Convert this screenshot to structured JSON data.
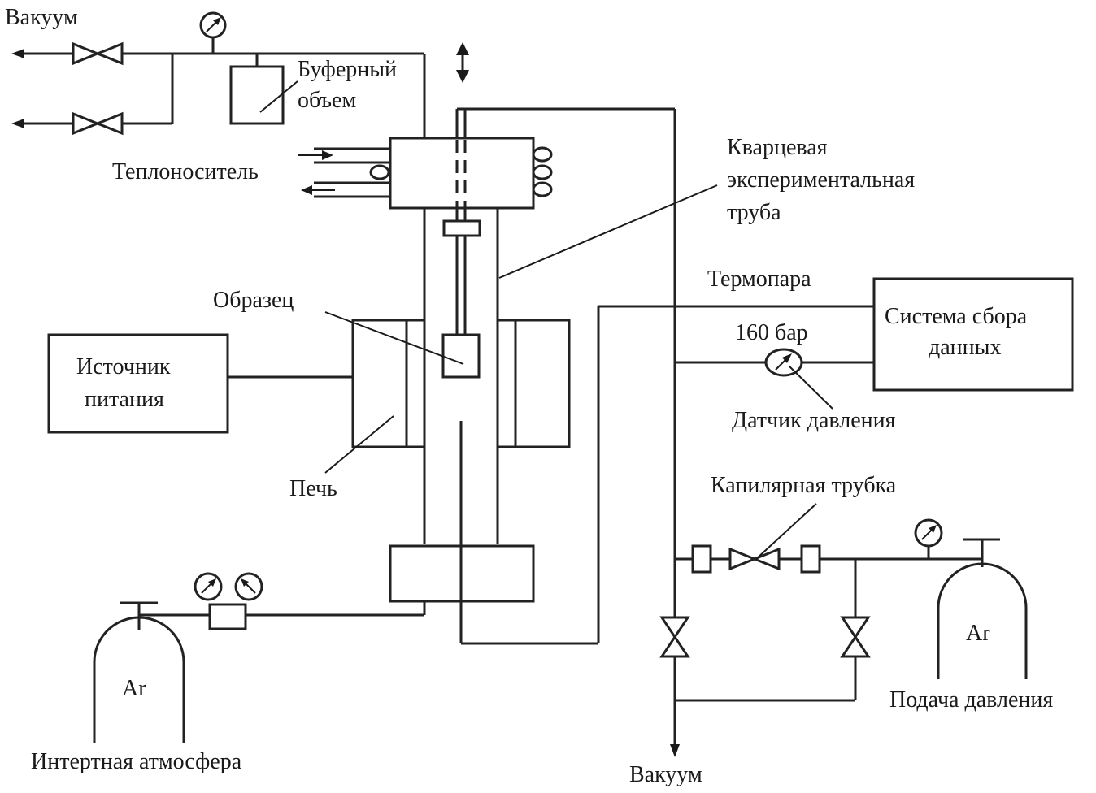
{
  "diagram": {
    "colors": {
      "line": "#222222",
      "text": "#1a1a1a",
      "background": "#ffffff"
    },
    "labels": {
      "vacuum_top": "Вакуум",
      "buffer_volume_line1": "Буферный",
      "buffer_volume_line2": "объем",
      "heat_carrier": "Теплоноситель",
      "quartz_tube_line1": "Кварцевая",
      "quartz_tube_line2": "экспериментальная",
      "quartz_tube_line3": "труба",
      "thermocouple": "Термопара",
      "daq_line1": "Система сбора",
      "daq_line2": "данных",
      "pressure_value": "160 бар",
      "pressure_sensor": "Датчик давления",
      "sample": "Образец",
      "power_source_line1": "Источник",
      "power_source_line2": "питания",
      "furnace": "Печь",
      "capillary_tube": "Капилярная трубка",
      "argon_left": "Ar",
      "argon_right": "Ar",
      "inert_atmosphere": "Интертная атмосфера",
      "pressure_supply": "Подача давления",
      "vacuum_bottom": "Вакуум"
    },
    "components": [
      {
        "id": "vacuum-valve-upper",
        "type": "valve"
      },
      {
        "id": "vacuum-valve-lower",
        "type": "valve"
      },
      {
        "id": "top-pressure-gauge",
        "type": "gauge"
      },
      {
        "id": "buffer-volume",
        "type": "vessel"
      },
      {
        "id": "cooling-head",
        "type": "heat-exchanger"
      },
      {
        "id": "quartz-tube",
        "type": "tube"
      },
      {
        "id": "sample-holder",
        "type": "sample"
      },
      {
        "id": "furnace",
        "type": "furnace"
      },
      {
        "id": "power-source",
        "type": "box"
      },
      {
        "id": "daq-system",
        "type": "box"
      },
      {
        "id": "pressure-sensor",
        "type": "gauge"
      },
      {
        "id": "capillary-valve",
        "type": "valve"
      },
      {
        "id": "argon-cylinder-left",
        "type": "cylinder"
      },
      {
        "id": "argon-cylinder-right",
        "type": "cylinder"
      },
      {
        "id": "dual-regulator",
        "type": "regulator"
      },
      {
        "id": "vacuum-valve-bottom-left",
        "type": "valve"
      },
      {
        "id": "vacuum-valve-bottom-right",
        "type": "valve"
      }
    ]
  }
}
